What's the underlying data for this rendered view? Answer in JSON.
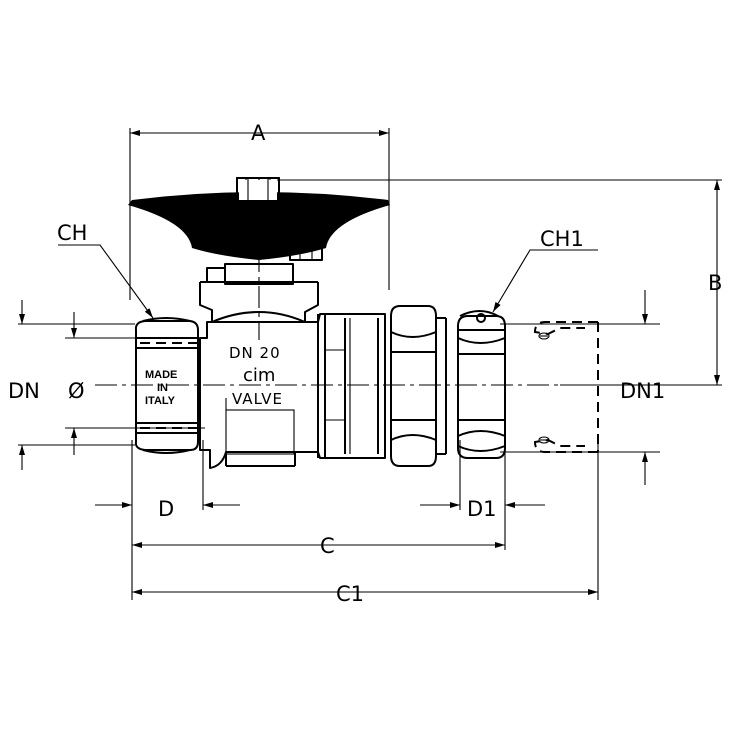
{
  "dimensions": {
    "A": "A",
    "B": "B",
    "C": "C",
    "C1": "C1",
    "D": "D",
    "D1": "D1",
    "CH": "CH",
    "CH1": "CH1",
    "DN": "DN",
    "DN1": "DN1",
    "diameter": "Ø"
  },
  "body_marking": {
    "dn_line": "DN  20",
    "brand": "cim",
    "product": "VALVE",
    "origin_1": "MADE",
    "origin_2": "IN",
    "origin_3": "ITALY"
  }
}
